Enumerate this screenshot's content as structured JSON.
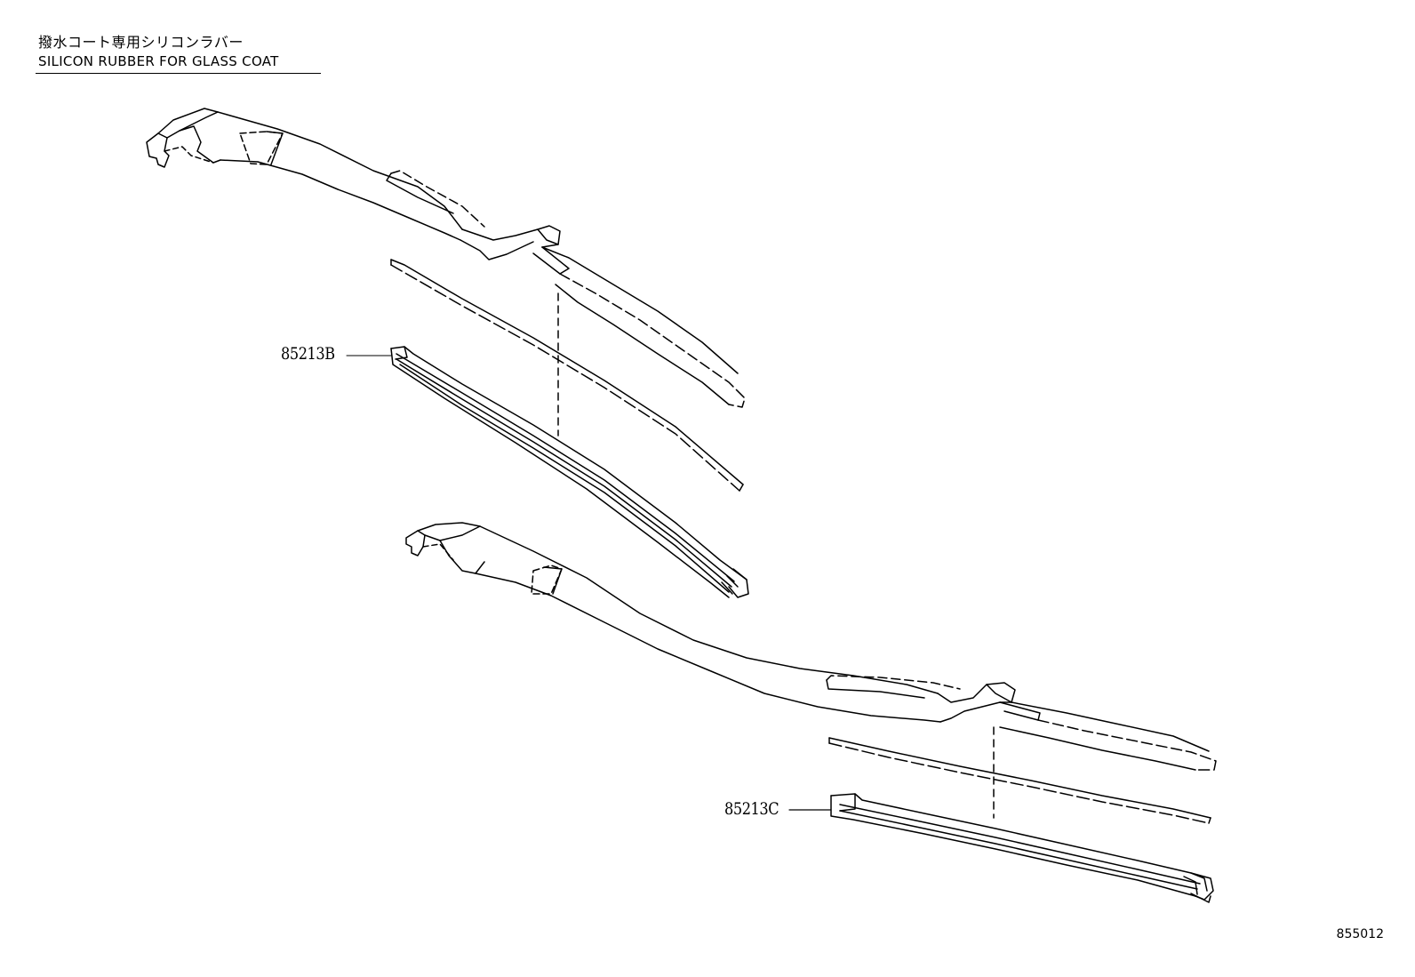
{
  "header": {
    "title_jp": "撥水コート専用シリコンラバー",
    "title_en": "SILICON RUBBER FOR GLASS COAT"
  },
  "callouts": {
    "upper_blade_part": "85213B",
    "lower_blade_part": "85213C"
  },
  "footer": {
    "diagram_code": "855012"
  },
  "colors": {
    "line": "#000000",
    "background": "#ffffff"
  }
}
